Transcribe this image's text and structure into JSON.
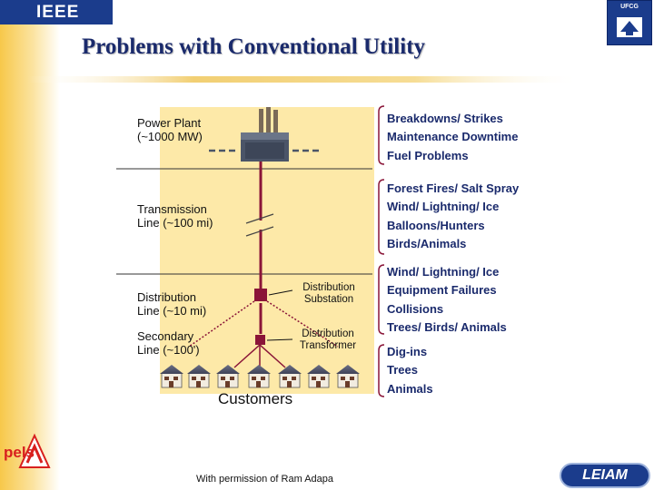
{
  "header": {
    "ieee_logo": "IEEE",
    "ufcg_logo": "UFCG",
    "title": "Problems with Conventional Utility"
  },
  "diagram": {
    "levels": [
      {
        "label_line1": "Power Plant",
        "label_line2": "(~1000 MW)"
      },
      {
        "label_line1": "Transmission",
        "label_line2": "Line (~100 mi)"
      },
      {
        "label_line1": "Distribution",
        "label_line2": "Line (~10 mi)"
      },
      {
        "label_line1": "Secondary",
        "label_line2": "Line (~100')"
      }
    ],
    "substation_line1": "Distribution",
    "substation_line2": "Substation",
    "transformer_line1": "Distribution",
    "transformer_line2": "Transformer",
    "customers": "Customers",
    "credit": "With permission of Ram Adapa"
  },
  "problems": {
    "power_plant": [
      "Breakdowns/ Strikes",
      "Maintenance Downtime",
      "Fuel Problems"
    ],
    "transmission": [
      "Forest Fires/ Salt Spray",
      "Wind/ Lightning/ Ice",
      "Balloons/Hunters",
      "Birds/Animals"
    ],
    "distribution": [
      "Wind/ Lightning/ Ice",
      "Equipment Failures",
      "Collisions",
      "Trees/ Birds/ Animals"
    ],
    "secondary": [
      "Dig-ins",
      "Trees",
      "Animals"
    ]
  },
  "footer": {
    "pels_logo": "pels",
    "leiam_logo": "LEIAM"
  },
  "colors": {
    "title": "#1a2a6c",
    "problem_text": "#1a2a6c",
    "line": "#8a1538",
    "panel": "#fde9a8",
    "plant": "#5a6678"
  }
}
